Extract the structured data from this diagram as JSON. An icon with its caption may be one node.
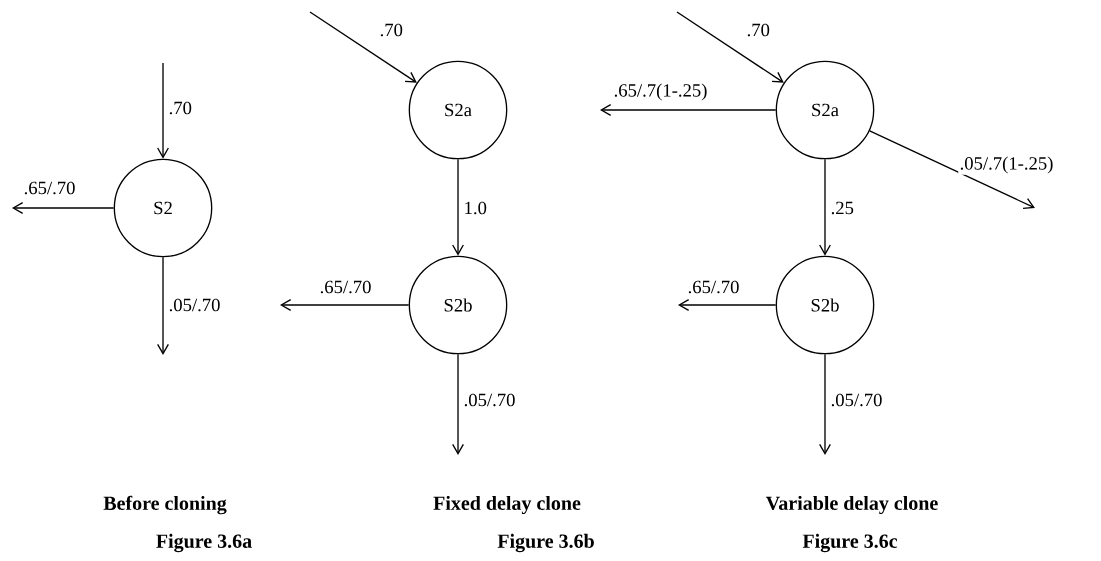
{
  "diagram": {
    "nodes": [
      {
        "text": [
          "S2"
        ]
      },
      {
        "text": [
          "S2a"
        ]
      },
      {
        "text": [
          "S2b"
        ]
      },
      {
        "text": [
          "S2a"
        ]
      },
      {
        "text": [
          "S2b"
        ]
      }
    ],
    "edges": [
      {
        "from": null,
        "to": 0,
        "arrow": "to",
        "label": ".70"
      },
      {
        "from": 0,
        "to": null,
        "arrow": "to",
        "label": ".65/.70"
      },
      {
        "from": 0,
        "to": null,
        "arrow": "to",
        "label": ".05/.70"
      },
      {
        "from": null,
        "to": 1,
        "arrow": "to",
        "label": ".70"
      },
      {
        "from": 1,
        "to": 2,
        "arrow": "to",
        "label": "1.0"
      },
      {
        "from": 2,
        "to": null,
        "arrow": "to",
        "label": ".65/.70"
      },
      {
        "from": 2,
        "to": null,
        "arrow": "to",
        "label": ".05/.70"
      },
      {
        "from": null,
        "to": 3,
        "arrow": "to",
        "label": ".70"
      },
      {
        "from": 3,
        "to": null,
        "arrow": "to",
        "label": ".65/.7(1-.25)"
      },
      {
        "from": 3,
        "to": null,
        "arrow": "to",
        "label": ".05/.7(1-.25)"
      },
      {
        "from": 3,
        "to": 4,
        "arrow": "to",
        "label": ".25"
      },
      {
        "from": 4,
        "to": null,
        "arrow": "to",
        "label": ".65/.70"
      },
      {
        "from": 4,
        "to": null,
        "arrow": "to",
        "label": ".05/.70"
      }
    ],
    "labels": [
      "Before cloning",
      "Figure 3.6a",
      "Fixed delay clone",
      "Figure 3.6b",
      "Variable delay clone",
      "Figure 3.6c"
    ]
  }
}
